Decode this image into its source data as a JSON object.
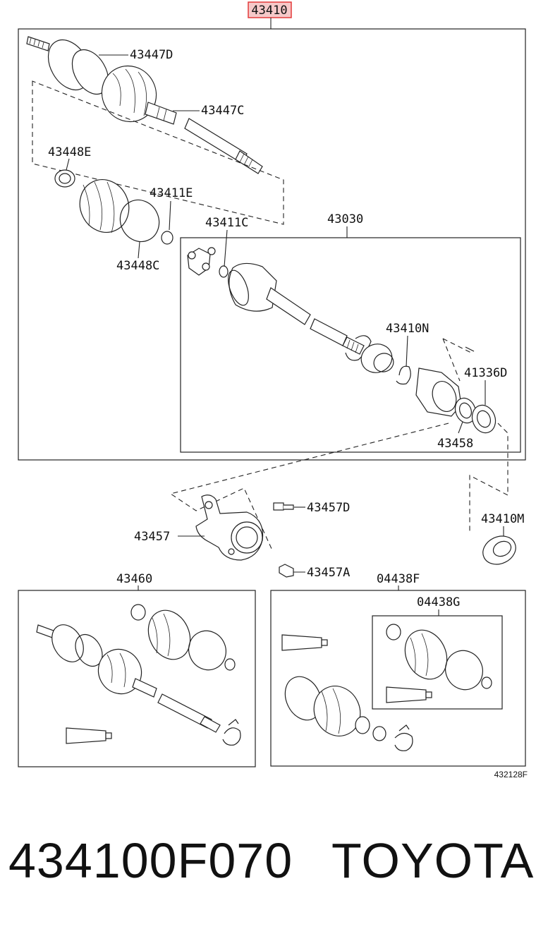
{
  "title_part_number": "43410",
  "labels": {
    "p43447D": "43447D",
    "p43447C": "43447C",
    "p43448E": "43448E",
    "p43411E": "43411E",
    "p43448C": "43448C",
    "p43411C": "43411C",
    "p43030": "43030",
    "p43410N": "43410N",
    "p41336D": "41336D",
    "p43458": "43458",
    "p43457D": "43457D",
    "p43457": "43457",
    "p43457A": "43457A",
    "p43410M": "43410M",
    "p43460": "43460",
    "p04438F": "04438F",
    "p04438G": "04438G"
  },
  "figure_code": "432128F",
  "caption": {
    "part_code": "434100F070",
    "brand": "TOYOTA"
  },
  "colors": {
    "highlight_fill": "#f6c9c9",
    "highlight_border": "#e33a3a",
    "line": "#222222"
  }
}
